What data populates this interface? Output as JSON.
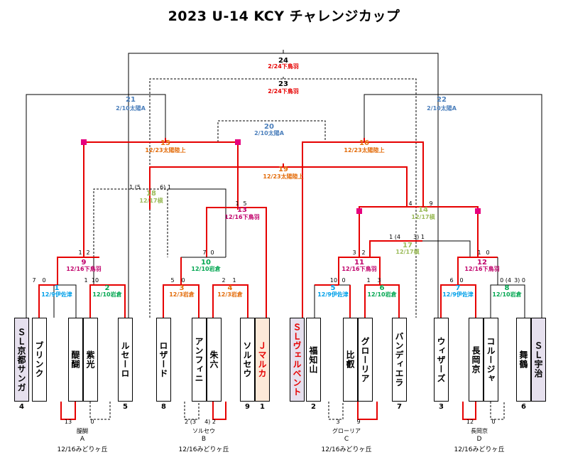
{
  "title": "2023 U-14 KCY チャレンジカップ",
  "colors": {
    "line": "#000000",
    "win": "#e60000",
    "marker": "#e6007e",
    "blue": "#4a7ebb",
    "orange": "#e36c0a",
    "green": "#00a650",
    "cyan": "#00a0e9",
    "olive": "#9bbb59",
    "magenta": "#c0006a",
    "red": "#e60000"
  },
  "teams": [
    {
      "name": "ＳＬ京都サンガ",
      "seed": "4",
      "hl": "lav",
      "red": false
    },
    {
      "name": "ブリンク",
      "seed": "",
      "hl": "",
      "red": false
    },
    {
      "name": "醍醐",
      "seed": "",
      "hl": "",
      "red": false
    },
    {
      "name": "紫光",
      "seed": "",
      "hl": "",
      "red": false
    },
    {
      "name": "ルセーロ",
      "seed": "5",
      "hl": "",
      "red": false
    },
    {
      "name": "ロザード",
      "seed": "8",
      "hl": "",
      "red": false
    },
    {
      "name": "アンフィニ",
      "seed": "",
      "hl": "",
      "red": false
    },
    {
      "name": "朱六",
      "seed": "",
      "hl": "",
      "red": false
    },
    {
      "name": "ソルセウ",
      "seed": "9",
      "hl": "",
      "red": false
    },
    {
      "name": "Ｊマルカ",
      "seed": "1",
      "hl": "peach",
      "red": true
    },
    {
      "name": "ＳＬヴェルベント",
      "seed": "",
      "hl": "lav",
      "red": true
    },
    {
      "name": "福知山",
      "seed": "2",
      "hl": "",
      "red": false
    },
    {
      "name": "比叡",
      "seed": "",
      "hl": "",
      "red": false
    },
    {
      "name": "グローリア",
      "seed": "",
      "hl": "",
      "red": false
    },
    {
      "name": "バンディエラ",
      "seed": "7",
      "hl": "",
      "red": false
    },
    {
      "name": "ウィザーズ",
      "seed": "3",
      "hl": "",
      "red": false
    },
    {
      "name": "長岡京",
      "seed": "",
      "hl": "",
      "red": false
    },
    {
      "name": "コルージャ",
      "seed": "",
      "hl": "",
      "red": false
    },
    {
      "name": "舞鶴",
      "seed": "6",
      "hl": "",
      "red": false
    },
    {
      "name": "ＳＬ宇治",
      "seed": "",
      "hl": "lav",
      "red": false
    }
  ],
  "matches": [
    {
      "num": "24",
      "date": "2/24下鳥羽",
      "num_color": "#000000",
      "date_color": "#e60000"
    },
    {
      "num": "23",
      "date": "2/24下鳥羽",
      "num_color": "#000000",
      "date_color": "#e60000"
    },
    {
      "num": "21",
      "date": "2/10太陽A",
      "num_color": "#4a7ebb",
      "date_color": "#4a7ebb"
    },
    {
      "num": "22",
      "date": "2/10太陽A",
      "num_color": "#4a7ebb",
      "date_color": "#4a7ebb"
    },
    {
      "num": "20",
      "date": "2/10太陽A",
      "num_color": "#4a7ebb",
      "date_color": "#4a7ebb"
    },
    {
      "num": "15",
      "date": "12/23太陽陸上",
      "num_color": "#e36c0a",
      "date_color": "#e36c0a"
    },
    {
      "num": "16",
      "date": "12/23太陽陸上",
      "num_color": "#e36c0a",
      "date_color": "#e36c0a"
    },
    {
      "num": "19",
      "date": "12/23太陽陸上",
      "num_color": "#e36c0a",
      "date_color": "#e36c0a"
    },
    {
      "num": "18",
      "date": "12/17槇",
      "num_color": "#9bbb59",
      "date_color": "#9bbb59"
    },
    {
      "num": "13",
      "date": "12/16下鳥羽",
      "num_color": "#c0006a",
      "date_color": "#c0006a"
    },
    {
      "num": "14",
      "date": "12/17槇",
      "num_color": "#9bbb59",
      "date_color": "#9bbb59"
    },
    {
      "num": "17",
      "date": "12/17槇",
      "num_color": "#9bbb59",
      "date_color": "#9bbb59"
    },
    {
      "num": "9",
      "date": "12/16下鳥羽",
      "num_color": "#c0006a",
      "date_color": "#c0006a"
    },
    {
      "num": "10",
      "date": "12/10岩倉",
      "num_color": "#00a650",
      "date_color": "#00a650"
    },
    {
      "num": "11",
      "date": "12/16下鳥羽",
      "num_color": "#c0006a",
      "date_color": "#c0006a"
    },
    {
      "num": "12",
      "date": "12/16下鳥羽",
      "num_color": "#c0006a",
      "date_color": "#c0006a"
    },
    {
      "num": "1",
      "date": "12/9伊佐津",
      "num_color": "#00a0e9",
      "date_color": "#00a0e9"
    },
    {
      "num": "2",
      "date": "12/10岩倉",
      "num_color": "#00a650",
      "date_color": "#00a650"
    },
    {
      "num": "3",
      "date": "12/3岩倉",
      "num_color": "#e36c0a",
      "date_color": "#e36c0a"
    },
    {
      "num": "4",
      "date": "12/3岩倉",
      "num_color": "#e36c0a",
      "date_color": "#e36c0a"
    },
    {
      "num": "5",
      "date": "12/9伊佐津",
      "num_color": "#00a0e9",
      "date_color": "#00a0e9"
    },
    {
      "num": "6",
      "date": "12/10岩倉",
      "num_color": "#00a650",
      "date_color": "#00a650"
    },
    {
      "num": "7",
      "date": "12/9伊佐津",
      "num_color": "#00a0e9",
      "date_color": "#00a0e9"
    },
    {
      "num": "8",
      "date": "12/10岩倉",
      "num_color": "#00a650",
      "date_color": "#00a650"
    }
  ],
  "scores": [
    {
      "text": "1 (5",
      "color": "#000000"
    },
    {
      "text": "6) 1",
      "color": "#000000"
    },
    {
      "text": "1",
      "color": "#000000"
    },
    {
      "text": "5",
      "color": "#000000"
    },
    {
      "text": "4",
      "color": "#000000"
    },
    {
      "text": "9",
      "color": "#000000"
    },
    {
      "text": "1 (4",
      "color": "#000000"
    },
    {
      "text": "3) 1",
      "color": "#000000"
    },
    {
      "text": "1",
      "color": "#000000"
    },
    {
      "text": "2",
      "color": "#000000"
    },
    {
      "text": "7",
      "color": "#000000"
    },
    {
      "text": "0",
      "color": "#000000"
    },
    {
      "text": "3",
      "color": "#000000"
    },
    {
      "text": "2",
      "color": "#000000"
    },
    {
      "text": "1",
      "color": "#000000"
    },
    {
      "text": "0",
      "color": "#000000"
    },
    {
      "text": "7",
      "color": "#000000"
    },
    {
      "text": "0",
      "color": "#000000"
    },
    {
      "text": "1",
      "color": "#000000"
    },
    {
      "text": "10",
      "color": "#000000"
    },
    {
      "text": "5",
      "color": "#000000"
    },
    {
      "text": "0",
      "color": "#000000"
    },
    {
      "text": "2",
      "color": "#000000"
    },
    {
      "text": "1",
      "color": "#000000"
    },
    {
      "text": "10",
      "color": "#000000"
    },
    {
      "text": "0",
      "color": "#000000"
    },
    {
      "text": "1",
      "color": "#000000"
    },
    {
      "text": "3",
      "color": "#000000"
    },
    {
      "text": "6",
      "color": "#000000"
    },
    {
      "text": "0",
      "color": "#000000"
    },
    {
      "text": "0 (4",
      "color": "#000000"
    },
    {
      "text": "3) 0",
      "color": "#000000"
    },
    {
      "text": "13",
      "color": "#000000"
    },
    {
      "text": "0",
      "color": "#000000"
    },
    {
      "text": "2 (3",
      "color": "#000000"
    },
    {
      "text": "4) 2",
      "color": "#000000"
    },
    {
      "text": "3",
      "color": "#000000"
    },
    {
      "text": "9",
      "color": "#000000"
    },
    {
      "text": "12",
      "color": "#000000"
    },
    {
      "text": "0",
      "color": "#000000"
    }
  ],
  "groups": [
    {
      "winner": "醍醐",
      "letter": "A",
      "date": "12/16みどりヶ丘"
    },
    {
      "winner": "ソルセウ",
      "letter": "B",
      "date": "12/16みどりヶ丘"
    },
    {
      "winner": "グローリア",
      "letter": "C",
      "date": "12/16みどりヶ丘"
    },
    {
      "winner": "長岡京",
      "letter": "D",
      "date": "12/16みどりヶ丘"
    }
  ]
}
